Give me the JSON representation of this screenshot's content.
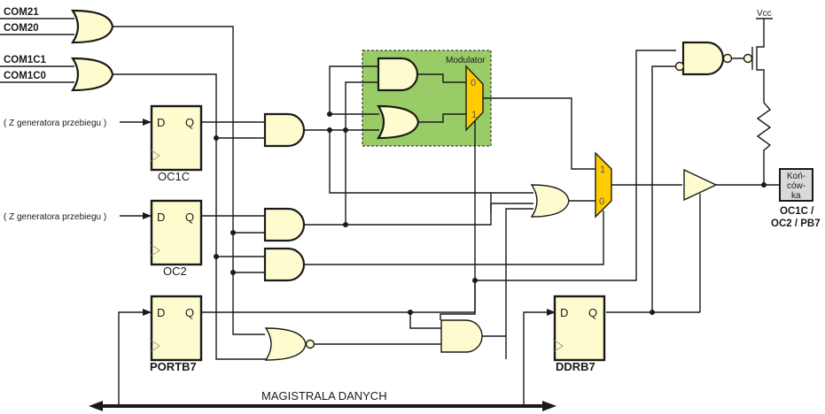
{
  "diagram": {
    "inputs": {
      "com21": "COM21",
      "com20": "COM20",
      "com1c1": "COM1C1",
      "com1c0": "COM1C0",
      "waveform_source_1": "( Z generatora przebiegu )",
      "waveform_source_2": "( Z generatora przebiegu )"
    },
    "flipflops": {
      "d_label": "D",
      "q_label": "Q",
      "oc1c": "OC1C",
      "oc2": "OC2",
      "portb7": "PORTB7",
      "ddrb7": "DDRB7"
    },
    "modulator": {
      "title": "Modulator",
      "mux_in0": "0",
      "mux_in1": "1"
    },
    "output_mux": {
      "in1": "1",
      "in0": "0"
    },
    "power": {
      "vcc": "Vcc"
    },
    "pin": {
      "box_line1": "Koń-",
      "box_line2": "ców-",
      "box_line3": "ka",
      "name_line1": "OC1C /",
      "name_line2": "OC2 / PB7"
    },
    "bus": {
      "label": "MAGISTRALA DANYCH"
    },
    "colors": {
      "gate_fill": "#fefccf",
      "mux_fill": "#ffcc00",
      "modulator_fill": "#99cc66",
      "pin_box_fill": "#d9d9d9"
    }
  }
}
